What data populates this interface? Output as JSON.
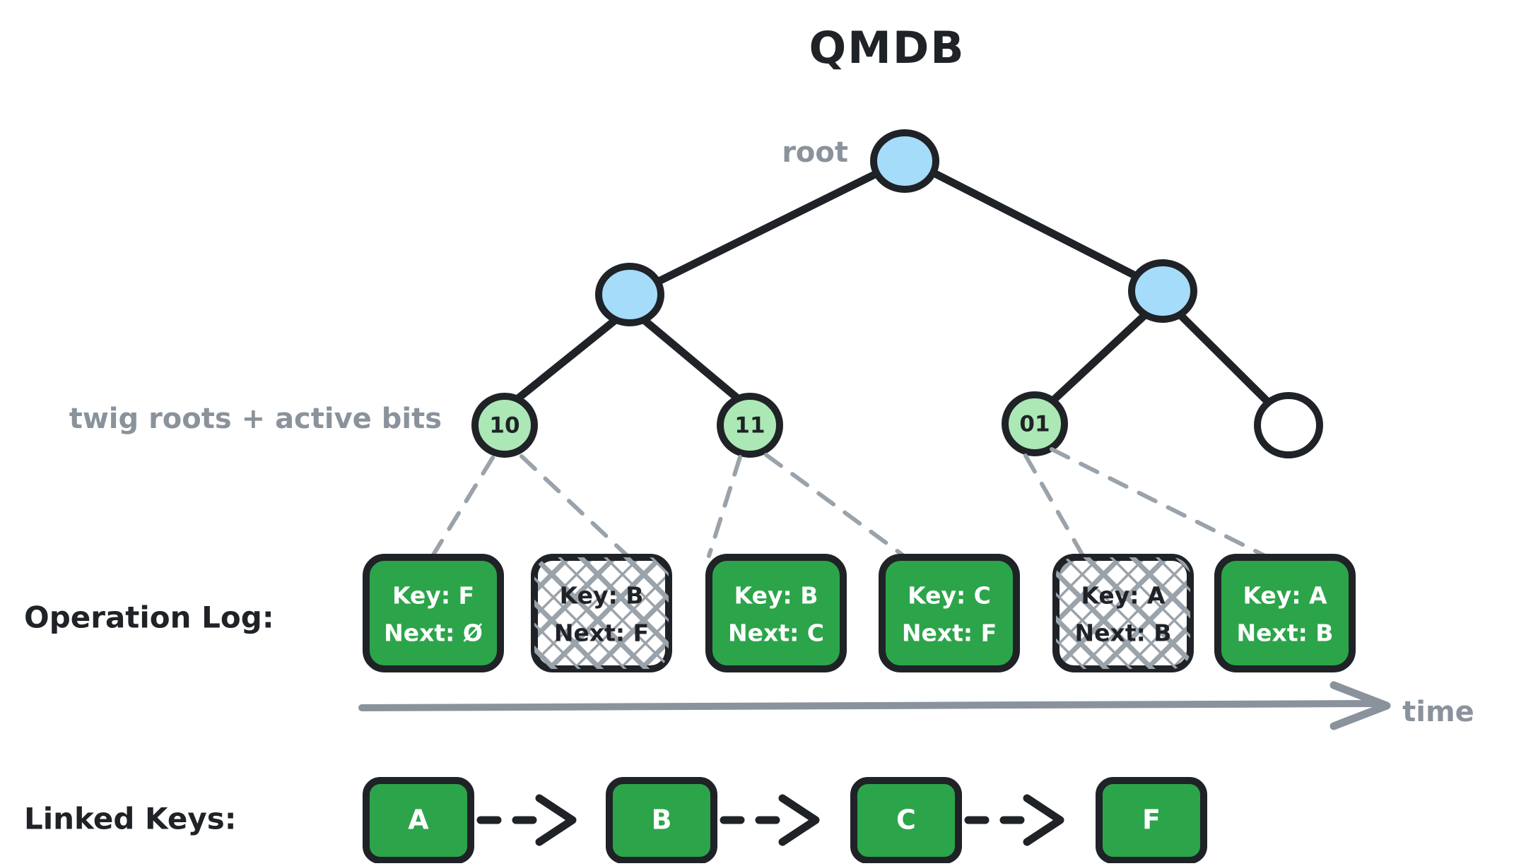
{
  "title": "QMDB",
  "labels": {
    "root": "root",
    "twig_roots": "twig roots + active bits",
    "operation_log": "Operation Log:",
    "linked_keys": "Linked Keys:",
    "time": "time"
  },
  "colors": {
    "internal_node": "#a5dcf9",
    "twig_node": "#abe8b5",
    "entry_active": "#2ca44a",
    "stroke": "#1f2226",
    "muted": "#8a939c",
    "hatch": "#9aa2aa"
  },
  "tree": {
    "root_node": {
      "label": "",
      "fill": "internal"
    },
    "level1": [
      {
        "label": "",
        "fill": "internal"
      },
      {
        "label": "",
        "fill": "internal"
      }
    ],
    "twigs": [
      {
        "label": "10",
        "fill": "twig",
        "active_bits": "10"
      },
      {
        "label": "11",
        "fill": "twig",
        "active_bits": "11"
      },
      {
        "label": "01",
        "fill": "twig",
        "active_bits": "01"
      },
      {
        "label": "",
        "fill": "empty",
        "active_bits": ""
      }
    ]
  },
  "operation_log": {
    "entries": [
      {
        "key_label": "Key: F",
        "next_label": "Next: Ø",
        "state": "active",
        "twig": "10"
      },
      {
        "key_label": "Key: B",
        "next_label": "Next: F",
        "state": "obsolete",
        "twig": "10"
      },
      {
        "key_label": "Key: B",
        "next_label": "Next: C",
        "state": "active",
        "twig": "11"
      },
      {
        "key_label": "Key: C",
        "next_label": "Next: F",
        "state": "active",
        "twig": "11"
      },
      {
        "key_label": "Key: A",
        "next_label": "Next: B",
        "state": "obsolete",
        "twig": "01"
      },
      {
        "key_label": "Key: A",
        "next_label": "Next: B",
        "state": "active",
        "twig": "01"
      }
    ]
  },
  "linked_keys": {
    "nodes": [
      {
        "label": "A"
      },
      {
        "label": "B"
      },
      {
        "label": "C"
      },
      {
        "label": "F"
      }
    ]
  }
}
